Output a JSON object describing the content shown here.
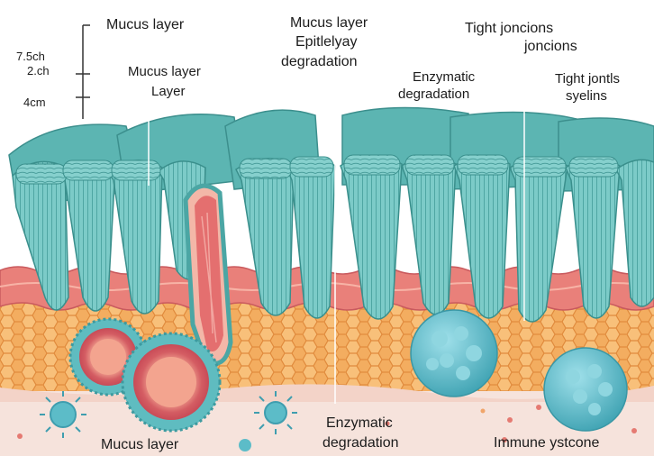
{
  "scale": {
    "marks": [
      "7.5ch",
      "2.ch",
      "4cm"
    ]
  },
  "labels": {
    "mucus_layer_top": "Mucus layer",
    "mucus_layer_mid": "Mucus layer",
    "mucus_layer_mid_sub": "Layer",
    "center_line1": "Mucus layer",
    "center_line2": "Epitlelyay",
    "center_line3": "degradation",
    "enzymatic_top_line1": "Enzymatic",
    "enzymatic_top_line2": "degradation",
    "tight_junctions_line1": "Tight joncions",
    "tight_junctions_line2": "joncions",
    "tight_right_line1": "Tight jontls",
    "tight_right_line2": "syelins",
    "mucus_layer_bottom": "Mucus layer",
    "enzymatic_bottom_line1": "Enzymatic",
    "enzymatic_bottom_line2": "degradation",
    "immune_system": "Immune ystcone"
  },
  "colors": {
    "villi": "#6fc3c0",
    "villi_dark": "#3f9a98",
    "red_layer": "#e8837a",
    "honeycomb": "#f1a95a",
    "honeycomb_line": "#e0893c",
    "pink_base": "#f7dcd2",
    "immune_cell": "#5cbcc8"
  }
}
